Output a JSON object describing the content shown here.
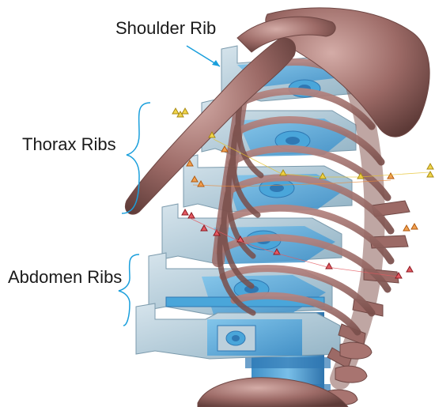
{
  "labels": {
    "shoulder_rib": "Shoulder Rib",
    "thorax_ribs": "Thorax Ribs",
    "abdomen_ribs": "Abdomen Ribs"
  },
  "colors": {
    "bone": "#9c6a66",
    "bone_light": "#c49b96",
    "bone_dark": "#6f4744",
    "dummy_plate": "#bcd0dc",
    "dummy_plate_dark": "#8fb0c3",
    "dummy_blue": "#4aa6da",
    "dummy_blue_dark": "#2f78b3",
    "callout_line": "#1a9fdc",
    "marker_yellow": "#e6c22a",
    "marker_red": "#d8424a",
    "marker_orange": "#e98a3a"
  },
  "icons": {
    "shoulder_arrow": "arrow-pointer",
    "thorax_bracket": "curly-bracket",
    "abdomen_bracket": "curly-bracket"
  }
}
